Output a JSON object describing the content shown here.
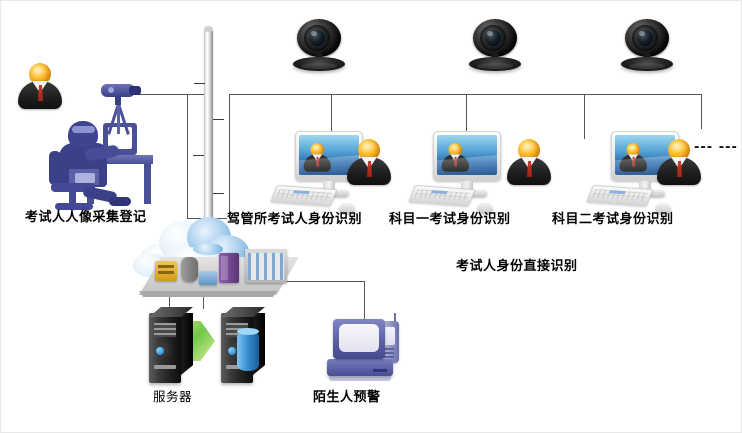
{
  "diagram": {
    "title": "考试人身份识别系统拓扑",
    "background_color": "#ffffff",
    "line_color": "#555555"
  },
  "labels": {
    "registration": "考试人人像采集登记",
    "vehicle_bureau": "驾管所考试人身份识别",
    "subject_one": "科目一考试身份识别",
    "subject_two": "科目二考试身份识别",
    "direct_recognition": "考试人身份直接识别",
    "server": "服务器",
    "stranger_alert": "陌生人预警",
    "continuation": "--- ---"
  },
  "nodes": {
    "registration_scene": {
      "name": "考试人人像采集登记",
      "icons": [
        "person-avatar",
        "operator-silhouette",
        "tripod-camera",
        "desktop-computer"
      ]
    },
    "pole": {
      "name": "立杆",
      "icon": "vertical-pole",
      "tick_count": 4
    },
    "webcams": [
      {
        "name": "摄像头1",
        "icon": "webcam-icon"
      },
      {
        "name": "摄像头2",
        "icon": "webcam-icon"
      },
      {
        "name": "摄像头3",
        "icon": "webcam-icon"
      }
    ],
    "workstations": [
      {
        "label": "驾管所考试人身份识别",
        "icon": "monitor-keyboard-mouse",
        "has_avatar": true
      },
      {
        "label": "科目一考试身份识别",
        "icon": "monitor-keyboard-mouse",
        "has_avatar": false
      },
      {
        "label": "科目二考试身份识别",
        "icon": "monitor-keyboard-mouse",
        "has_avatar": true
      }
    ],
    "cloud": {
      "name": "网络云",
      "icon": "cloud-icon"
    },
    "network_platform": {
      "name": "网络设备平台",
      "devices": [
        "router",
        "hub",
        "workstation",
        "tower",
        "switch-rack"
      ]
    },
    "servers": [
      {
        "name": "服务器1",
        "icon": "tower-server-icon"
      },
      {
        "name": "服务器2",
        "icon": "tower-server-icon"
      }
    ],
    "database": {
      "name": "数据库",
      "icon": "database-cylinder-icon"
    },
    "stranger_terminal": {
      "label": "陌生人预警",
      "icons": [
        "crt-computer-icon",
        "mobile-phone-icon"
      ]
    }
  },
  "colors": {
    "screen_blue": "#2f6fb0",
    "avatar_head": "#fdbb2e",
    "avatar_suit": "#1d1d1d",
    "tie_red": "#d03a2a",
    "silhouette_blue": "#3b4189",
    "cloud_blue": "#a9cfee",
    "line": "#555555",
    "text": "#000000"
  }
}
